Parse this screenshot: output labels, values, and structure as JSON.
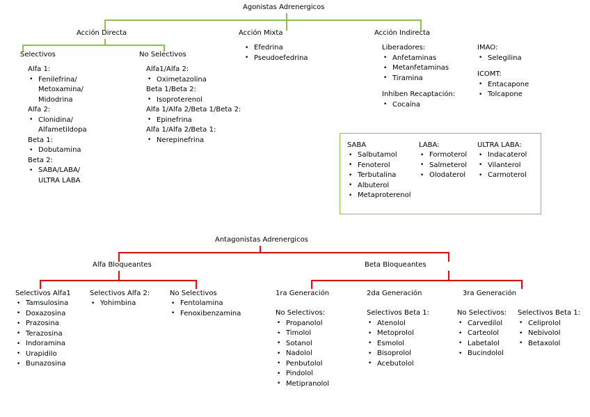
{
  "diagram": {
    "title_top": "Agonistas Adrenergicos",
    "title_bottom": "Antagonistas Adrenergicos",
    "colors": {
      "agonist_connector": "#8BC53F",
      "antagonist_connector": "#FF0000",
      "box_border": "#8BC53F",
      "text": "#000000",
      "background": "#FFFFFF"
    }
  },
  "agonistas": {
    "root": "Agonistas Adrenergicos",
    "branches": {
      "directa": {
        "label": "Acción Directa",
        "children": {
          "selectivos": {
            "label": "Selectivos",
            "groups": [
              {
                "header": "Alfa 1:",
                "items": [
                  "Fenilefrina/",
                  "Metoxamina/",
                  "Midodrina"
                ]
              },
              {
                "header": "Alfa 2:",
                "items": [
                  "Clonidina/",
                  "Alfametildopa"
                ]
              },
              {
                "header": "Beta 1:",
                "items": [
                  "Dobutamina"
                ]
              },
              {
                "header": "Beta 2:",
                "items": [
                  "SABA/LABA/",
                  "ULTRA LABA"
                ]
              }
            ]
          },
          "no_selectivos": {
            "label": "No Selectivos",
            "groups": [
              {
                "header": "Alfa1/Alfa 2:",
                "items": [
                  "Oximetazolina"
                ]
              },
              {
                "header": "Beta 1/Beta 2:",
                "items": [
                  "Isoproterenol"
                ]
              },
              {
                "header": "Alfa 1/Alfa 2/Beta 1/Beta 2:",
                "items": [
                  "Epinefrina"
                ]
              },
              {
                "header": "Alfa 1/Alfa 2/Beta 1:",
                "items": [
                  "Nerepinefrina"
                ]
              }
            ]
          }
        }
      },
      "mixta": {
        "label": "Acción Mixta",
        "items": [
          "Efedrina",
          "Pseudoefedrina"
        ]
      },
      "indirecta": {
        "label": "Acción Indirecta",
        "groups": [
          {
            "header": "Liberadores:",
            "items": [
              "Anfetaminas",
              "Metanfetaminas",
              "Tiramina"
            ]
          },
          {
            "header": "Inhiben Recaptación:",
            "items": [
              "Cocaína"
            ]
          }
        ],
        "groups_right": [
          {
            "header": "IMAO:",
            "items": [
              "Selegilina"
            ]
          },
          {
            "header": "ICOMT:",
            "items": [
              "Entacapone",
              "Tolcapone"
            ]
          }
        ]
      }
    }
  },
  "saba_box": {
    "columns": [
      {
        "header": "SABA",
        "items": [
          "Salbutamol",
          "Fenoterol",
          "Terbutalina",
          "Albuterol",
          "Metaproterenol"
        ]
      },
      {
        "header": "LABA:",
        "items": [
          "Formoterol",
          "Salmeterol",
          "Olodaterol"
        ]
      },
      {
        "header": "ULTRA LABA:",
        "items": [
          "Indacaterol",
          "Vilanterol",
          "Carmoterol"
        ]
      }
    ]
  },
  "antagonistas": {
    "root": "Antagonistas Adrenergicos",
    "branches": {
      "alfa": {
        "label": "Alfa Bloqueantes",
        "columns": [
          {
            "header": "Selectivos Alfa1",
            "items": [
              "Tamsulosina",
              "Doxazosina",
              "Prazosina",
              "Terazosina",
              "Indoramina",
              "Urapidilo",
              "Bunazosina"
            ]
          },
          {
            "header": "Selectivos Alfa 2:",
            "items": [
              "Yohimbina"
            ]
          },
          {
            "header": "No Selectivos",
            "items": [
              "Fentolamina",
              "Fenoxibenzamina"
            ]
          }
        ]
      },
      "beta": {
        "label": "Beta Bloqueantes",
        "generations": [
          {
            "label": "1ra Generación",
            "columns": [
              {
                "header": "No Selectivos:",
                "items": [
                  "Propanolol",
                  "Timolol",
                  "Sotanol",
                  "Nadolol",
                  "Penbutolol",
                  "Pindolol",
                  "Metipranolol"
                ]
              }
            ]
          },
          {
            "label": "2da Generación",
            "columns": [
              {
                "header": "Selectivos Beta 1:",
                "items": [
                  "Atenolol",
                  "Metoprolol",
                  "Esmolol",
                  "Bisoprolol",
                  "Acebutolol"
                ]
              }
            ]
          },
          {
            "label": "3ra Generación",
            "columns": [
              {
                "header": "No Selectivos:",
                "items": [
                  "Carvedilol",
                  "Carteolol",
                  "Labetalol",
                  "Bucindolol"
                ]
              },
              {
                "header": "Selectivos Beta 1:",
                "items": [
                  "Celiprolol",
                  "Nebivolol",
                  "Betaxolol"
                ]
              }
            ]
          }
        ]
      }
    }
  }
}
